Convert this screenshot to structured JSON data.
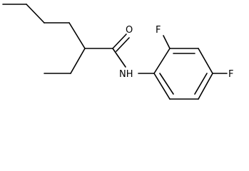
{
  "molecule": {
    "atoms": {
      "oxygen": "O",
      "nitrogen_h": "NH",
      "fluorine_ortho": "F",
      "fluorine_para": "F"
    },
    "colors": {
      "bond": "#000000",
      "label": "#000000",
      "background": "#ffffff"
    }
  }
}
